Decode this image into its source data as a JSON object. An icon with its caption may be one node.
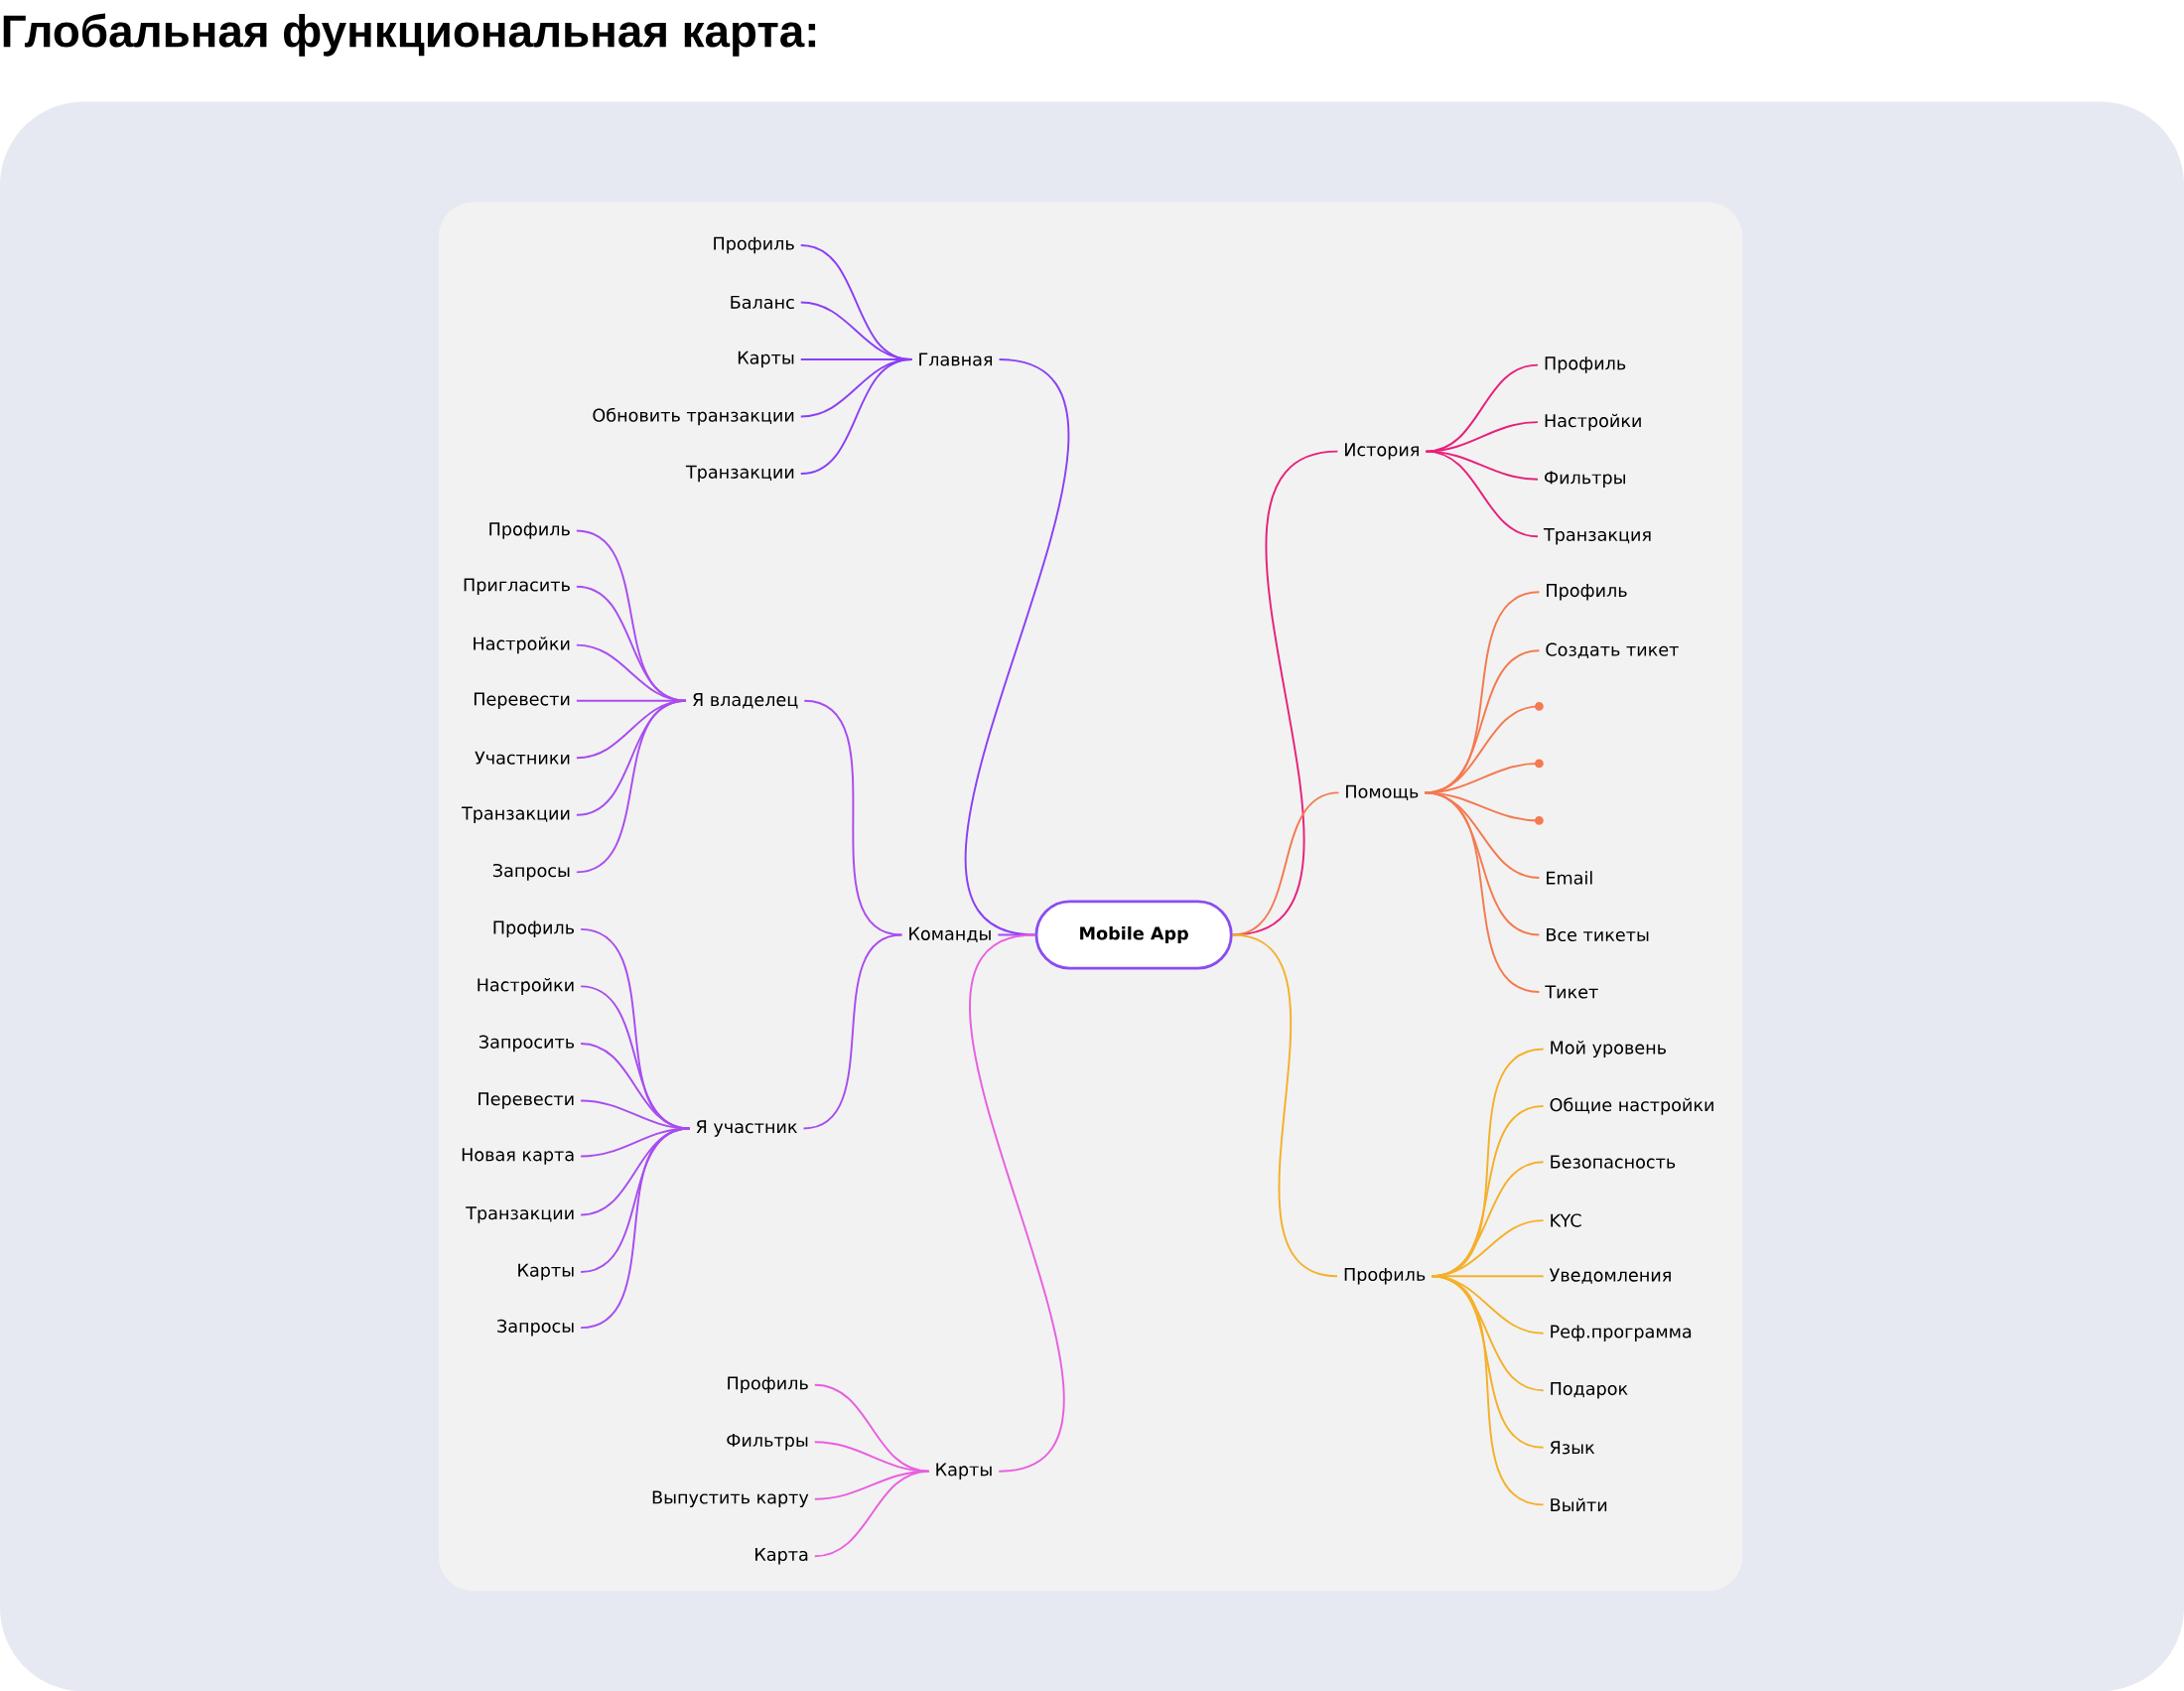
{
  "diagram": {
    "title": "Глобальная функциональная карта:",
    "nodes": [
      {
        "text": [
          "Mobile App"
        ]
      },
      {
        "text": [
          "Главная"
        ]
      },
      {
        "text": [
          "Профиль"
        ]
      },
      {
        "text": [
          "Баланс"
        ]
      },
      {
        "text": [
          "Карты"
        ]
      },
      {
        "text": [
          "Обновить транзакции"
        ]
      },
      {
        "text": [
          "Транзакции"
        ]
      },
      {
        "text": [
          "Команды"
        ]
      },
      {
        "text": [
          "Я владелец"
        ]
      },
      {
        "text": [
          "Профиль"
        ]
      },
      {
        "text": [
          "Пригласить"
        ]
      },
      {
        "text": [
          "Настройки"
        ]
      },
      {
        "text": [
          "Перевести"
        ]
      },
      {
        "text": [
          "Участники"
        ]
      },
      {
        "text": [
          "Транзакции"
        ]
      },
      {
        "text": [
          "Запросы"
        ]
      },
      {
        "text": [
          "Я участник"
        ]
      },
      {
        "text": [
          "Профиль"
        ]
      },
      {
        "text": [
          "Настройки"
        ]
      },
      {
        "text": [
          "Запросить"
        ]
      },
      {
        "text": [
          "Перевести"
        ]
      },
      {
        "text": [
          "Новая карта"
        ]
      },
      {
        "text": [
          "Транзакции"
        ]
      },
      {
        "text": [
          "Карты"
        ]
      },
      {
        "text": [
          "Запросы"
        ]
      },
      {
        "text": [
          "Карты"
        ]
      },
      {
        "text": [
          "Профиль"
        ]
      },
      {
        "text": [
          "Фильтры"
        ]
      },
      {
        "text": [
          "Выпустить карту"
        ]
      },
      {
        "text": [
          "Карта"
        ]
      },
      {
        "text": [
          "История"
        ]
      },
      {
        "text": [
          "Профиль"
        ]
      },
      {
        "text": [
          "Настройки"
        ]
      },
      {
        "text": [
          "Фильтры"
        ]
      },
      {
        "text": [
          "Транзакция"
        ]
      },
      {
        "text": [
          "Помощь"
        ]
      },
      {
        "text": [
          "Профиль"
        ]
      },
      {
        "text": [
          "Создать тикет"
        ]
      },
      {
        "text": [],
        "shape": "circle"
      },
      {
        "text": [],
        "shape": "circle"
      },
      {
        "text": [],
        "shape": "circle"
      },
      {
        "text": [
          "Email"
        ]
      },
      {
        "text": [
          "Все тикеты"
        ]
      },
      {
        "text": [
          "Тикет"
        ]
      },
      {
        "text": [
          "Профиль"
        ]
      },
      {
        "text": [
          "Мой уровень"
        ]
      },
      {
        "text": [
          "Общие настройки"
        ]
      },
      {
        "text": [
          "Безопасность"
        ]
      },
      {
        "text": [
          "KYC"
        ]
      },
      {
        "text": [
          "Уведомления"
        ]
      },
      {
        "text": [
          "Реф.программа"
        ]
      },
      {
        "text": [
          "Подарок"
        ]
      },
      {
        "text": [
          "Язык"
        ]
      },
      {
        "text": [
          "Выйти"
        ]
      }
    ],
    "edges": [
      {
        "from": 0,
        "to": 1,
        "arrow": "none",
        "color": "#8b3ff5"
      },
      {
        "from": 1,
        "to": 2,
        "arrow": "none",
        "color": "#8b3ff5"
      },
      {
        "from": 1,
        "to": 3,
        "arrow": "none",
        "color": "#8b3ff5"
      },
      {
        "from": 1,
        "to": 4,
        "arrow": "none",
        "color": "#8b3ff5"
      },
      {
        "from": 1,
        "to": 5,
        "arrow": "none",
        "color": "#8b3ff5"
      },
      {
        "from": 1,
        "to": 6,
        "arrow": "none",
        "color": "#8b3ff5"
      },
      {
        "from": 0,
        "to": 7,
        "arrow": "none",
        "color": "#a84cf0"
      },
      {
        "from": 7,
        "to": 8,
        "arrow": "none",
        "color": "#a84cf0"
      },
      {
        "from": 8,
        "to": 9,
        "arrow": "none",
        "color": "#a84cf0"
      },
      {
        "from": 8,
        "to": 10,
        "arrow": "none",
        "color": "#a84cf0"
      },
      {
        "from": 8,
        "to": 11,
        "arrow": "none",
        "color": "#a84cf0"
      },
      {
        "from": 8,
        "to": 12,
        "arrow": "none",
        "color": "#a84cf0"
      },
      {
        "from": 8,
        "to": 13,
        "arrow": "none",
        "color": "#a84cf0"
      },
      {
        "from": 8,
        "to": 14,
        "arrow": "none",
        "color": "#a84cf0"
      },
      {
        "from": 8,
        "to": 15,
        "arrow": "none",
        "color": "#a84cf0"
      },
      {
        "from": 7,
        "to": 16,
        "arrow": "none",
        "color": "#a84cf0"
      },
      {
        "from": 16,
        "to": 17,
        "arrow": "none",
        "color": "#a84cf0"
      },
      {
        "from": 16,
        "to": 18,
        "arrow": "none",
        "color": "#a84cf0"
      },
      {
        "from": 16,
        "to": 19,
        "arrow": "none",
        "color": "#a84cf0"
      },
      {
        "from": 16,
        "to": 20,
        "arrow": "none",
        "color": "#a84cf0"
      },
      {
        "from": 16,
        "to": 21,
        "arrow": "none",
        "color": "#a84cf0"
      },
      {
        "from": 16,
        "to": 22,
        "arrow": "none",
        "color": "#a84cf0"
      },
      {
        "from": 16,
        "to": 23,
        "arrow": "none",
        "color": "#a84cf0"
      },
      {
        "from": 16,
        "to": 24,
        "arrow": "none",
        "color": "#a84cf0"
      },
      {
        "from": 0,
        "to": 25,
        "arrow": "none",
        "color": "#e85fe0"
      },
      {
        "from": 25,
        "to": 26,
        "arrow": "none",
        "color": "#e85fe0"
      },
      {
        "from": 25,
        "to": 27,
        "arrow": "none",
        "color": "#e85fe0"
      },
      {
        "from": 25,
        "to": 28,
        "arrow": "none",
        "color": "#e85fe0"
      },
      {
        "from": 25,
        "to": 29,
        "arrow": "none",
        "color": "#e85fe0"
      },
      {
        "from": 0,
        "to": 30,
        "arrow": "none",
        "color": "#e8207a"
      },
      {
        "from": 30,
        "to": 31,
        "arrow": "none",
        "color": "#e8207a"
      },
      {
        "from": 30,
        "to": 32,
        "arrow": "none",
        "color": "#e8207a"
      },
      {
        "from": 30,
        "to": 33,
        "arrow": "none",
        "color": "#e8207a"
      },
      {
        "from": 30,
        "to": 34,
        "arrow": "none",
        "color": "#e8207a"
      },
      {
        "from": 0,
        "to": 35,
        "arrow": "none",
        "color": "#f47a50"
      },
      {
        "from": 35,
        "to": 36,
        "arrow": "none",
        "color": "#f47a50"
      },
      {
        "from": 35,
        "to": 37,
        "arrow": "none",
        "color": "#f47a50"
      },
      {
        "from": 35,
        "to": 38,
        "arrow": "none",
        "color": "#f47a50"
      },
      {
        "from": 35,
        "to": 39,
        "arrow": "none",
        "color": "#f47a50"
      },
      {
        "from": 35,
        "to": 40,
        "arrow": "none",
        "color": "#f47a50"
      },
      {
        "from": 35,
        "to": 41,
        "arrow": "none",
        "color": "#f47a50"
      },
      {
        "from": 35,
        "to": 42,
        "arrow": "none",
        "color": "#f47a50"
      },
      {
        "from": 35,
        "to": 43,
        "arrow": "none",
        "color": "#f47a50"
      },
      {
        "from": 0,
        "to": 44,
        "arrow": "none",
        "color": "#f5b02a"
      },
      {
        "from": 44,
        "to": 45,
        "arrow": "none",
        "color": "#f5b02a"
      },
      {
        "from": 44,
        "to": 46,
        "arrow": "none",
        "color": "#f5b02a"
      },
      {
        "from": 44,
        "to": 47,
        "arrow": "none",
        "color": "#f5b02a"
      },
      {
        "from": 44,
        "to": 48,
        "arrow": "none",
        "color": "#f5b02a"
      },
      {
        "from": 44,
        "to": 49,
        "arrow": "none",
        "color": "#f5b02a"
      },
      {
        "from": 44,
        "to": 50,
        "arrow": "none",
        "color": "#f5b02a"
      },
      {
        "from": 44,
        "to": 51,
        "arrow": "none",
        "color": "#f5b02a"
      },
      {
        "from": 44,
        "to": 52,
        "arrow": "none",
        "color": "#f5b02a"
      },
      {
        "from": 44,
        "to": 53,
        "arrow": "none",
        "color": "#f5b02a"
      }
    ]
  }
}
